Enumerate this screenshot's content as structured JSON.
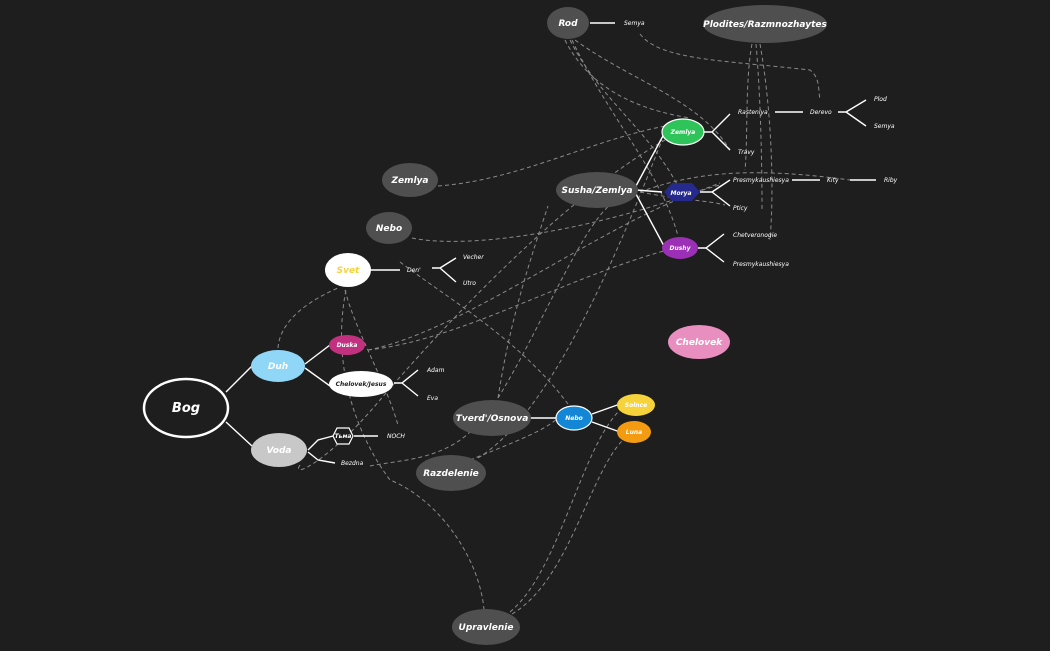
{
  "colors": {
    "background": "#1e1e1e",
    "gray_node": "#4f4f4f",
    "duh": "#8fd6f7",
    "svet": "#ffffff",
    "voda": "#c8c8c8",
    "duska": "#c2317f",
    "zemlya_green": "#2fc45a",
    "morya_blue": "#252a8c",
    "dushy_purple": "#9b2fb6",
    "nebo_blue": "#1387d6",
    "solnce": "#f6d33b",
    "luna": "#f39c12",
    "chelovek_pink": "#e98fc0"
  },
  "nodes": {
    "bog": "Bog",
    "duh": "Duh",
    "voda": "Voda",
    "svet": "Svet",
    "duska": "Duska",
    "chelovek_jesus": "Chelovek/Jesus",
    "tma": "Tьма",
    "nebo_gray": "Nebo",
    "zemlya_gray": "Zemlya",
    "rod": "Rod",
    "plodites": "Plodites/Razmnozhaytes",
    "susha_zemlya": "Susha/Zemlya",
    "zemlya_green": "Zemlya",
    "morya": "Morya",
    "dushy": "Dushy",
    "chelovek": "Chelovek",
    "tverd_osnova": "Tverd'/Osnova",
    "nebo_blue": "Nebo",
    "solnce": "Solnce",
    "luna": "Luna",
    "razdelenie": "Razdelenie",
    "upravlenie": "Upravlenie"
  },
  "leaves": {
    "den": "Den'",
    "vecher": "Vecher",
    "utro": "Utro",
    "adam": "Adam",
    "eva": "Eva",
    "noch": "NOCH",
    "bezdna": "Bezdna",
    "semya_rod": "Semya",
    "rasteniya": "Rasteniya",
    "derevo": "Derevo",
    "plod": "Plod",
    "semya": "Semya",
    "travy": "Travy",
    "presmykaushiesya_1": "Presmykaushiesya",
    "kity": "Kity",
    "riby": "Riby",
    "pticy": "Pticy",
    "chetveronogie": "Chetveronogie",
    "presmykaushiesya_2": "Presmykaushiesya"
  }
}
